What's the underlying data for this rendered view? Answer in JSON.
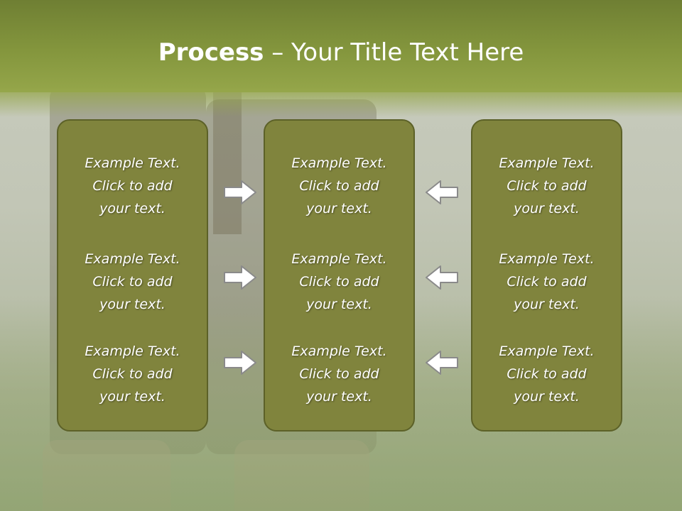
{
  "slide": {
    "title_bold": "Process",
    "title_rest": " – Your Title Text Here"
  },
  "columns": [
    {
      "items": [
        {
          "line1": "Example Text.",
          "line2": "Click  to add",
          "line3": "your text."
        },
        {
          "line1": "Example Text.",
          "line2": "Click  to add",
          "line3": "your text."
        },
        {
          "line1": "Example Text.",
          "line2": "Click  to add",
          "line3": "your text."
        }
      ]
    },
    {
      "items": [
        {
          "line1": "Example Text.",
          "line2": "Click  to add",
          "line3": "your text."
        },
        {
          "line1": "Example Text.",
          "line2": "Click  to add",
          "line3": "your text."
        },
        {
          "line1": "Example Text.",
          "line2": "Click  to add",
          "line3": "your text."
        }
      ]
    },
    {
      "items": [
        {
          "line1": "Example Text.",
          "line2": "Click  to add",
          "line3": "your text."
        },
        {
          "line1": "Example Text.",
          "line2": "Click  to add",
          "line3": "your text."
        },
        {
          "line1": "Example Text.",
          "line2": "Click  to add",
          "line3": "your text."
        }
      ]
    }
  ],
  "arrows": {
    "left_group": "right-arrow-icon",
    "right_group": "left-arrow-icon"
  },
  "colors": {
    "header": "#84963d",
    "box_fill": "#80843d",
    "box_border": "#5c6128",
    "arrow_fill": "#ffffff",
    "arrow_stroke": "#8a8a8a"
  }
}
